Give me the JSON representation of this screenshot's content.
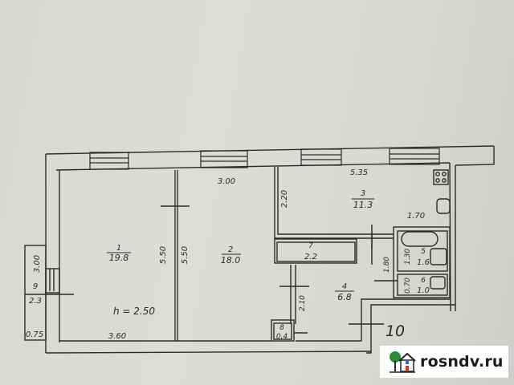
{
  "plan": {
    "ceiling_height": "h = 2.50",
    "rooms": [
      {
        "number": "1",
        "area": "19.8"
      },
      {
        "number": "2",
        "area": "18.0"
      },
      {
        "number": "3",
        "area": "11.3"
      },
      {
        "number": "4",
        "area": "6.8"
      },
      {
        "number": "5",
        "area": "1.6"
      },
      {
        "number": "6",
        "area": "1.0"
      },
      {
        "number": "7",
        "area": "2.2"
      },
      {
        "number": "8",
        "area": "0.4"
      },
      {
        "number": "9",
        "area": "2.3"
      }
    ],
    "neighbor_label": "10",
    "dimensions": {
      "room2_width": "3.00",
      "kitchen_width": "5.35",
      "kitchen_depth": "2.20",
      "bath_width": "1.70",
      "room1_depth": "5.50",
      "room2_depth": "5.50",
      "room1_width": "3.60",
      "balcony_length": "3.00",
      "balcony_width": "0.75",
      "hall_length": "2.10",
      "corridor_depth": "1.80",
      "bath_depth": "1.30",
      "wc_depth": "0.70"
    }
  },
  "watermark": {
    "text": "rosndv.ru",
    "icon": "house-tree-icon",
    "colors": {
      "tree": "#2e8b3a",
      "door": "#d9342b",
      "window": "#2a6fd6"
    }
  }
}
